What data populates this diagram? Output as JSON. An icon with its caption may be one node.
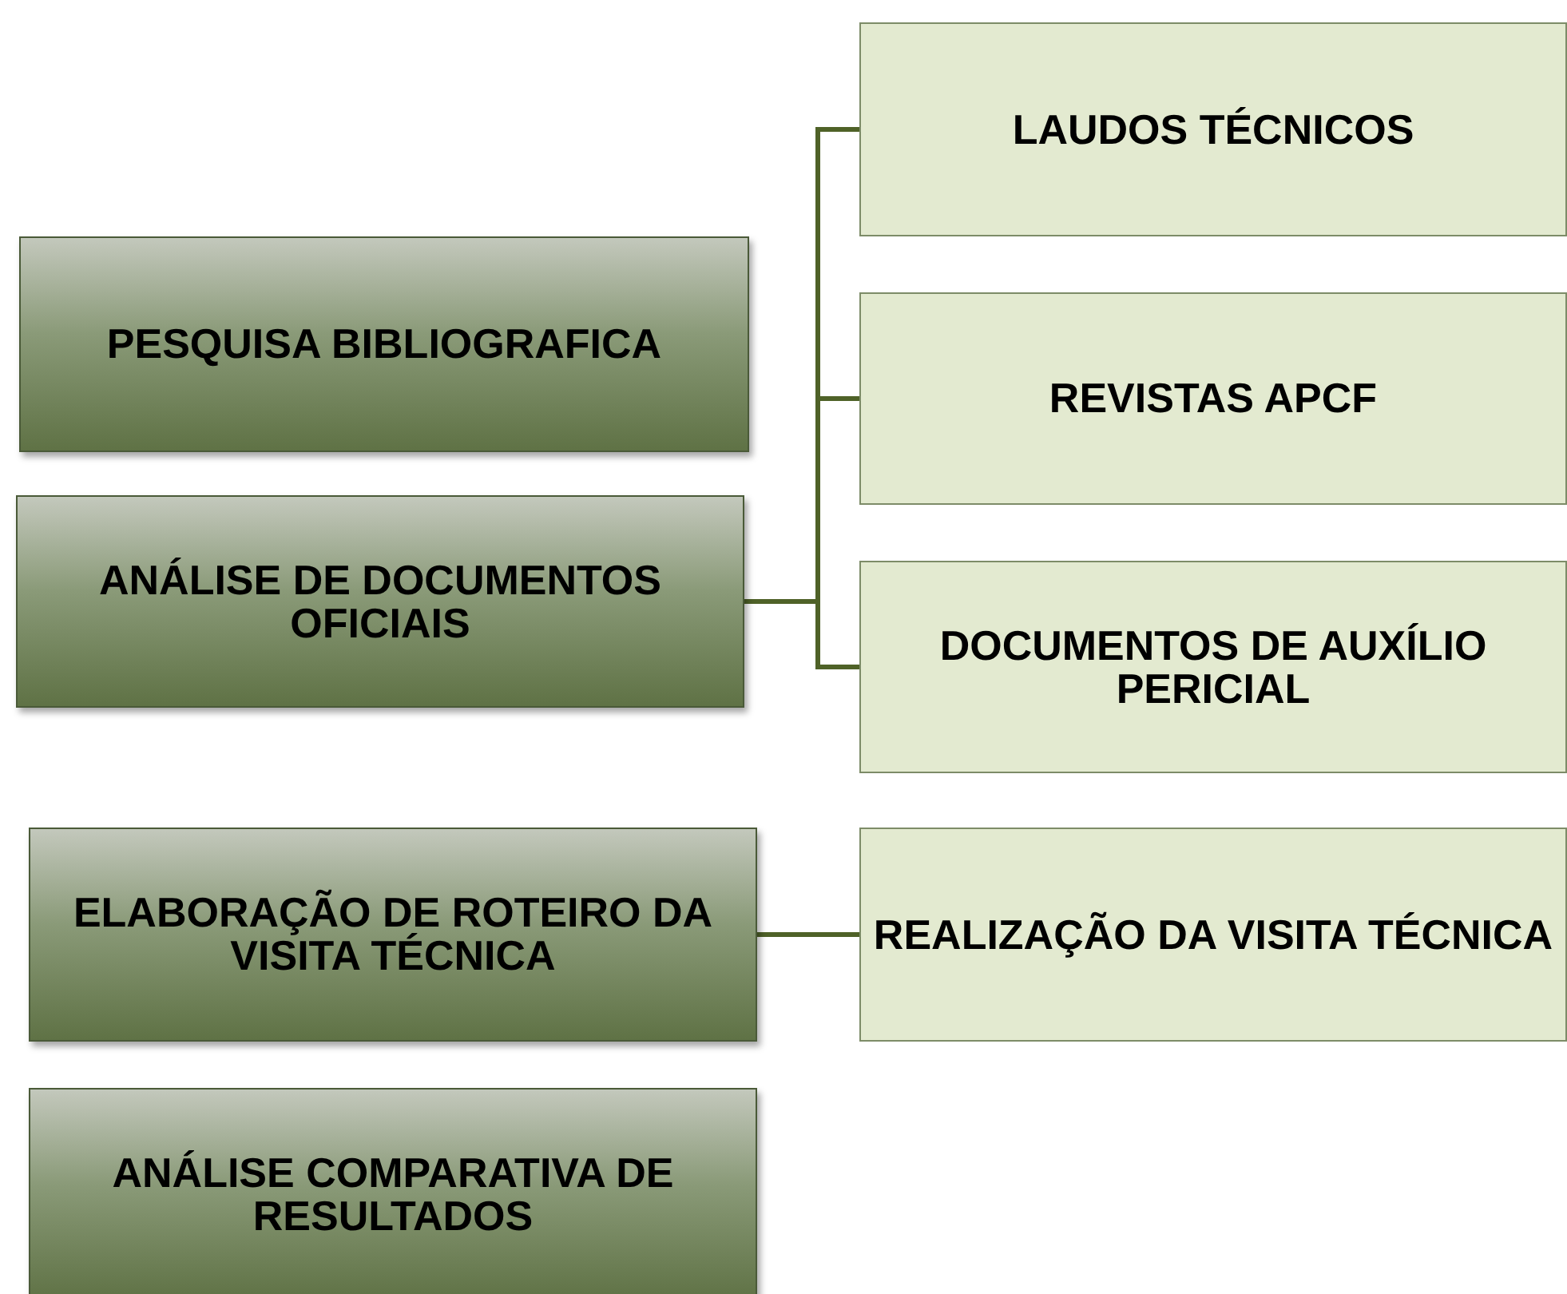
{
  "diagram": {
    "nodes": [
      {
        "text": [
          "LAUDOS TÉCNICOS"
        ]
      },
      {
        "text": [
          "PESQUISA BIBLIOGRAFICA"
        ]
      },
      {
        "text": [
          "REVISTAS APCF"
        ]
      },
      {
        "text": [
          "ANÁLISE DE DOCUMENTOS OFICIAIS"
        ]
      },
      {
        "text": [
          "DOCUMENTOS DE AUXÍLIO PERICIAL"
        ]
      },
      {
        "text": [
          "ELABORAÇÃO DE ROTEIRO DA VISITA TÉCNICA"
        ]
      },
      {
        "text": [
          "REALIZAÇÃO DA VISITA TÉCNICA"
        ]
      },
      {
        "text": [
          "ANÁLISE COMPARATIVA DE RESULTADOS"
        ]
      }
    ],
    "edges": [
      {
        "from": 3,
        "to": 0,
        "arrow": "none"
      },
      {
        "from": 3,
        "to": 2,
        "arrow": "none"
      },
      {
        "from": 3,
        "to": 4,
        "arrow": "none"
      },
      {
        "from": 5,
        "to": 6,
        "arrow": "none"
      }
    ]
  }
}
